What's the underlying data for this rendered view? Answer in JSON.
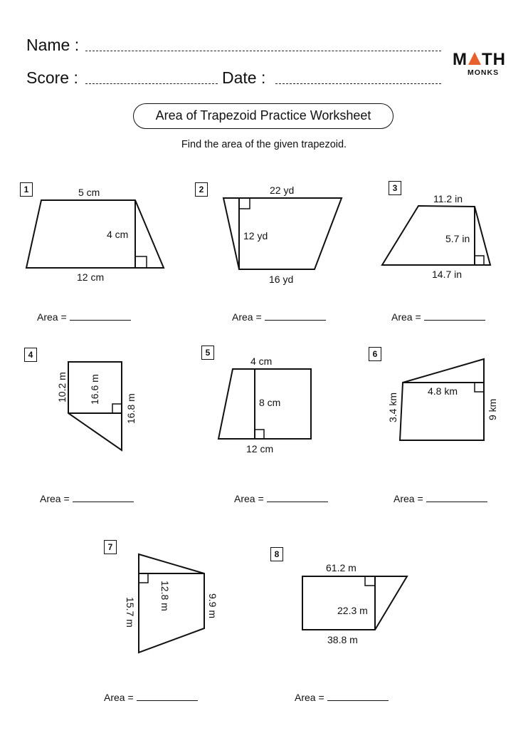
{
  "header": {
    "name_label": "Name :",
    "score_label": "Score :",
    "date_label": "Date :"
  },
  "logo": {
    "left": "M",
    "right": "TH",
    "sub": "MONKS",
    "accent": "#e8612c"
  },
  "title": "Area of Trapezoid Practice Worksheet",
  "instructions": "Find the area of the given trapezoid.",
  "area_label": "Area =",
  "problems": [
    {
      "number": "1",
      "labels": [
        "5 cm",
        "4 cm",
        "12 cm"
      ]
    },
    {
      "number": "2",
      "labels": [
        "22 yd",
        "12 yd",
        "16 yd"
      ]
    },
    {
      "number": "3",
      "labels": [
        "11.2 in",
        "5.7 in",
        "14.7 in"
      ]
    },
    {
      "number": "4",
      "labels": [
        "10.2 m",
        "16.6 m",
        "16.8 m"
      ]
    },
    {
      "number": "5",
      "labels": [
        "4 cm",
        "8 cm",
        "12 cm"
      ]
    },
    {
      "number": "6",
      "labels": [
        "4.8 km",
        "3.4 km",
        "9 km"
      ]
    },
    {
      "number": "7",
      "labels": [
        "12.8 m",
        "15.7 m",
        "9.9 m"
      ]
    },
    {
      "number": "8",
      "labels": [
        "61.2 m",
        "22.3 m",
        "38.8 m"
      ]
    }
  ]
}
